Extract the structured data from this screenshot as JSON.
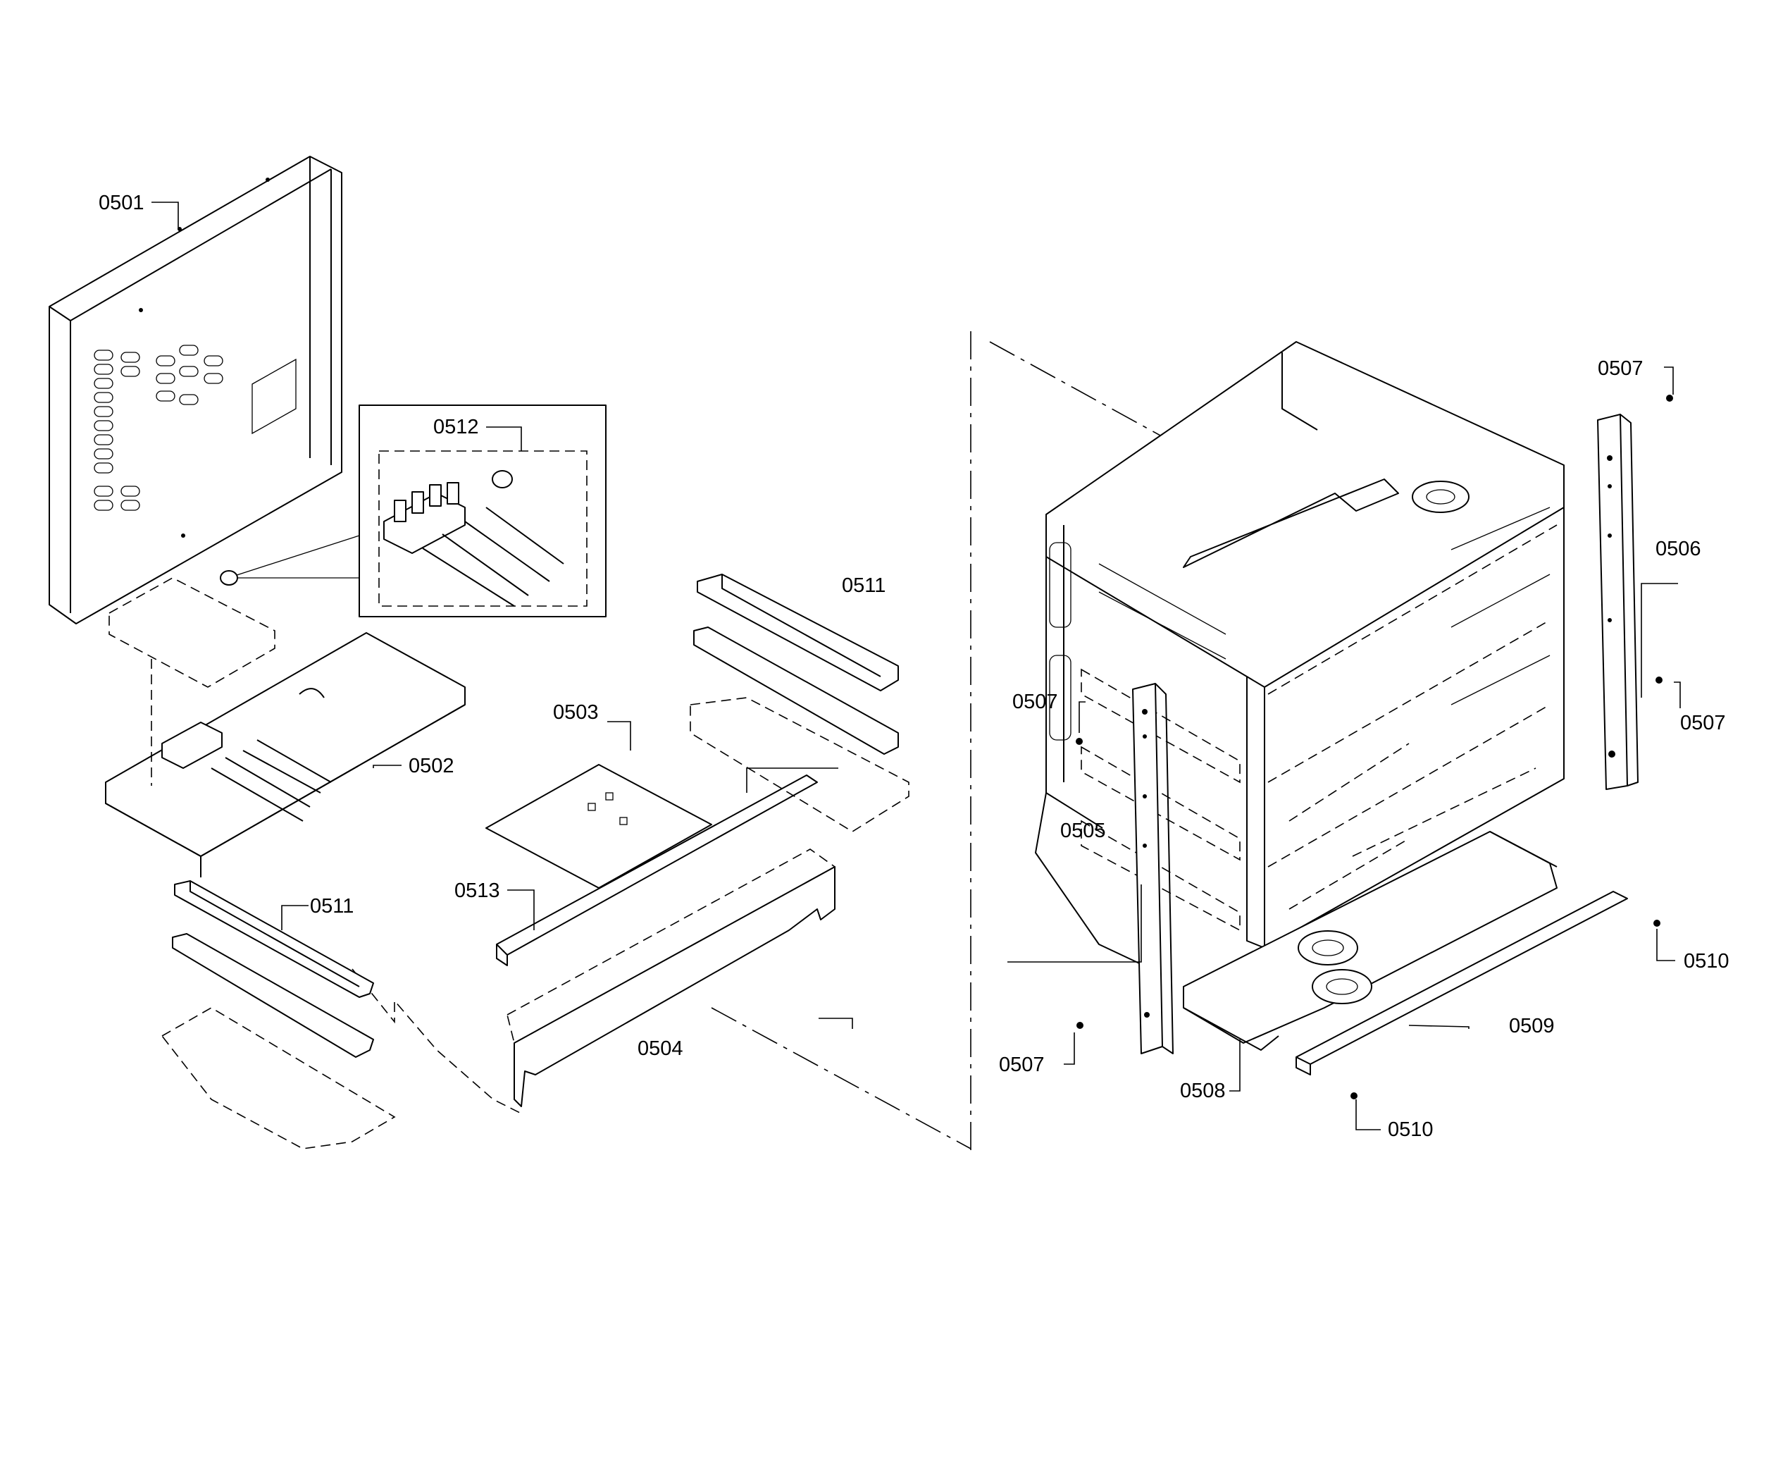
{
  "diagram": {
    "part_labels": {
      "p0501": "0501",
      "p0502": "0502",
      "p0503": "0503",
      "p0504": "0504",
      "p0505": "0505",
      "p0506": "0506",
      "p0507a": "0507",
      "p0507b": "0507",
      "p0507c": "0507",
      "p0507d": "0507",
      "p0508": "0508",
      "p0509": "0509",
      "p0510a": "0510",
      "p0510b": "0510",
      "p0511a": "0511",
      "p0511b": "0511",
      "p0512": "0512",
      "p0513": "0513"
    }
  }
}
